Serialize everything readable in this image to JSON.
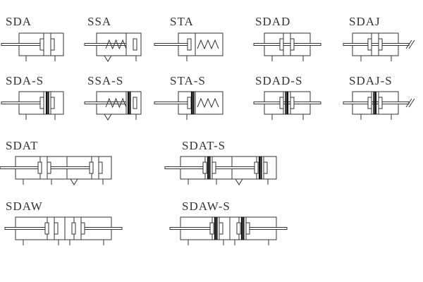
{
  "symbols": [
    {
      "label": "SDA"
    },
    {
      "label": "SSA"
    },
    {
      "label": "STA"
    },
    {
      "label": "SDAD"
    },
    {
      "label": "SDAJ"
    },
    {
      "label": "SDA-S"
    },
    {
      "label": "SSA-S"
    },
    {
      "label": "STA-S"
    },
    {
      "label": "SDAD-S"
    },
    {
      "label": "SDAJ-S"
    },
    {
      "label": "SDAT"
    },
    {
      "label": "SDAT-S"
    },
    {
      "label": "SDAW"
    },
    {
      "label": "SDAW-S"
    }
  ],
  "colors": {
    "line": "#333333",
    "background": "#ffffff"
  }
}
